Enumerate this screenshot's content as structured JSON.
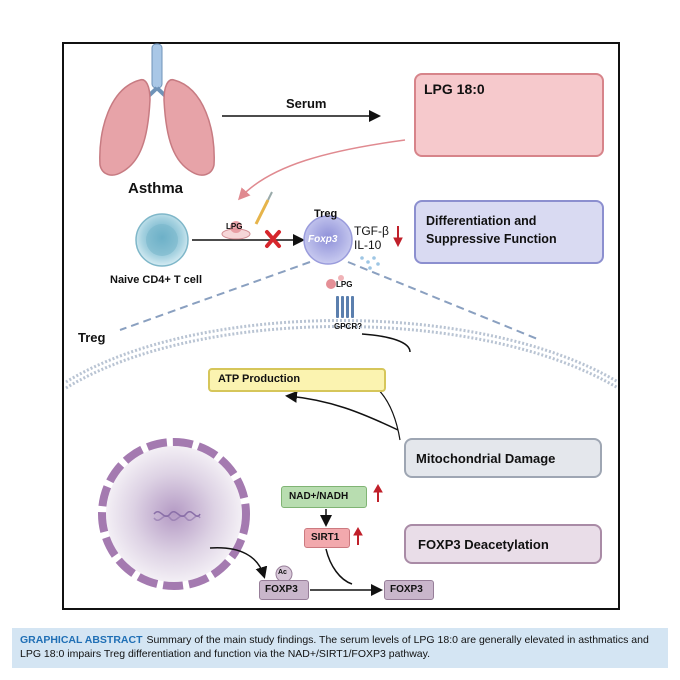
{
  "diagram": {
    "asthma": "Asthma",
    "serum": "Serum",
    "lpg_box_title": "LPG 18:0",
    "lpg_label": "LPG",
    "treg_top": "Treg",
    "foxp3_nucleus": "Foxp3",
    "cytokine_tgf": "TGF-β",
    "cytokine_il10": "IL-10",
    "naive_cell": "Naive CD4+ T cell",
    "diff_line1": "Differentiation and",
    "diff_line2": "Suppressive Function",
    "treg_membrane": "Treg",
    "lpg_receptor": "LPG",
    "gpcr": "GPCR?",
    "atp": "ATP Production",
    "mito": "Mitochondrial Damage",
    "nad": "NAD+/NADH",
    "sirt1": "SIRT1",
    "deacetylation": "FOXP3 Deacetylation",
    "ac": "Ac",
    "foxp3_left": "FOXP3",
    "foxp3_right": "FOXP3"
  },
  "caption": {
    "title": "GRAPHICAL ABSTRACT",
    "text": "Summary of the main study findings. The serum levels of LPG 18:0 are generally elevated in asthmatics and LPG 18:0 impairs Treg differentiation and function via the NAD+/SIRT1/FOXP3 pathway."
  },
  "colors": {
    "up_arrow": "#c0202a",
    "lung": "#e7a3a8",
    "treg_cell": "#b6b7e8",
    "naive_cell": "#8fc4d6",
    "membrane": "#9aa9bd"
  }
}
